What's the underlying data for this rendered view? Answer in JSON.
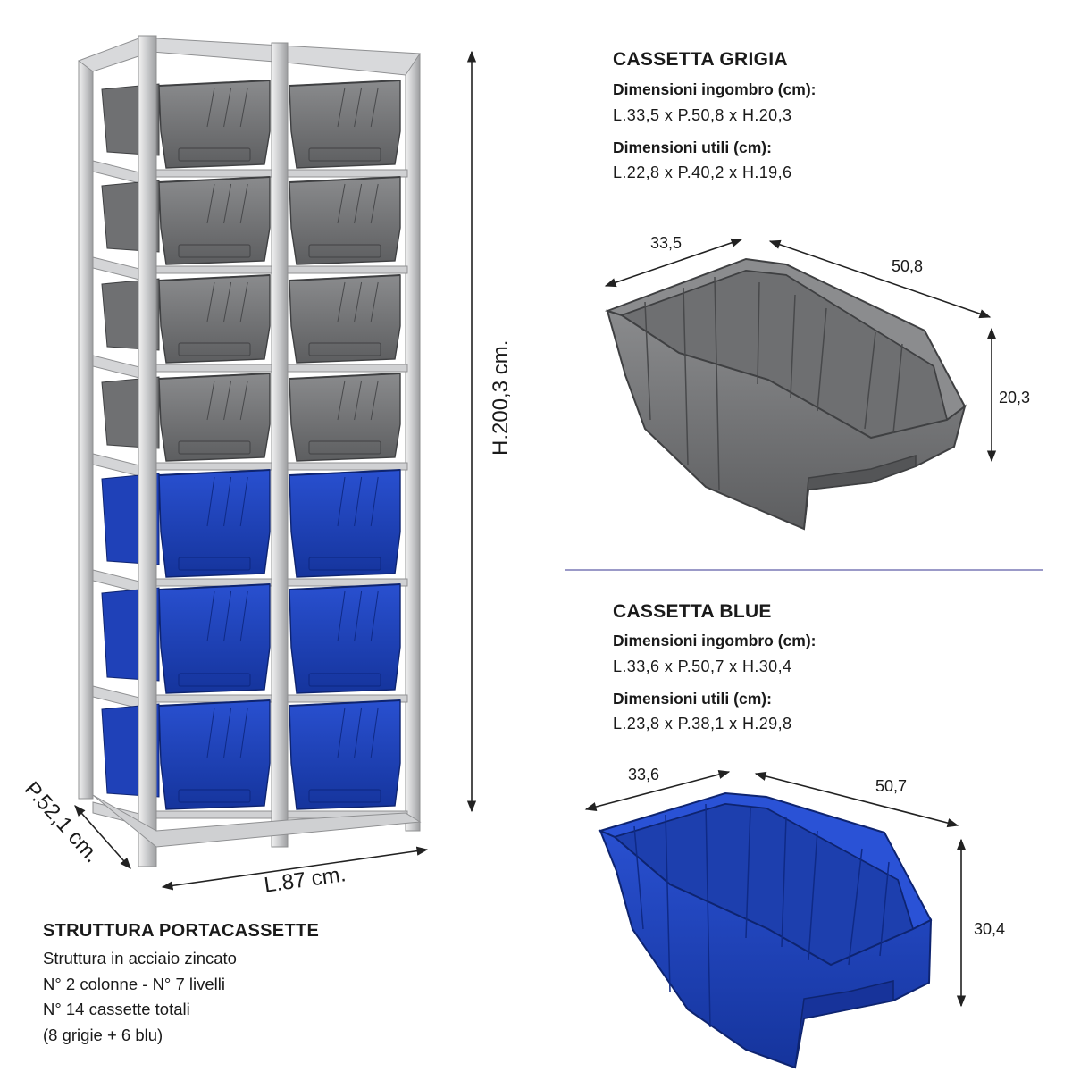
{
  "grey_box": {
    "title": "CASSETTA GRIGIA",
    "overall_label": "Dimensioni ingombro (cm):",
    "overall_value": "L.33,5 x P.50,8 x H.20,3",
    "useful_label": "Dimensioni utili (cm):",
    "useful_value": "L.22,8 x P.40,2 x H.19,6",
    "dim_width": "33,5",
    "dim_depth": "50,8",
    "dim_height": "20,3",
    "color": "#6d6e70"
  },
  "blue_box": {
    "title": "CASSETTA BLUE",
    "overall_label": "Dimensioni ingombro (cm):",
    "overall_value": "L.33,6 x P.50,7 x H.30,4",
    "useful_label": "Dimensioni utili (cm):",
    "useful_value": "L.23,8 x P.38,1 x H.29,8",
    "dim_width": "33,6",
    "dim_depth": "50,7",
    "dim_height": "30,4",
    "color": "#1c3fb5"
  },
  "shelf": {
    "height_label": "H.200,3 cm.",
    "width_label": "L.87 cm.",
    "depth_label": "P.52,1 cm.",
    "frame_color": "#c9cacc"
  },
  "structure": {
    "title": "STRUTTURA PORTACASSETTE",
    "lines": [
      "Struttura in acciaio zincato",
      "N° 2 colonne - N° 7 livelli",
      "N° 14 cassette totali",
      "(8 grigie + 6 blu)"
    ]
  }
}
